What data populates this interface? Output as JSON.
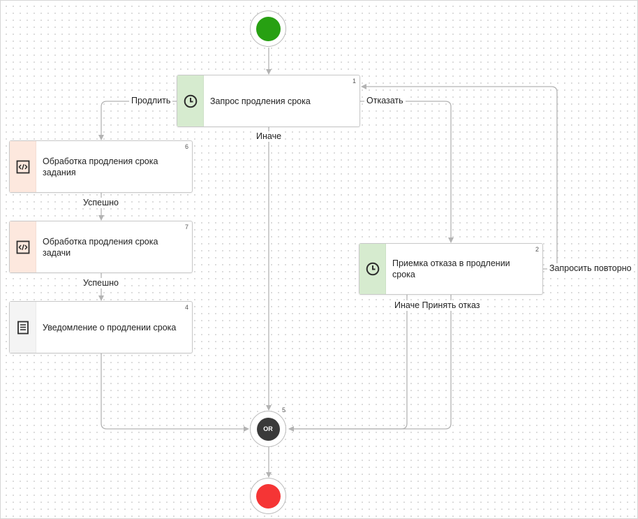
{
  "colors": {
    "start": "#27a012",
    "end": "#f53535",
    "gateway": "#3a3a3a",
    "edge": "#b3b3b3",
    "timer_strip": "#d6ebcf",
    "script_strip": "#fde8de",
    "doc_strip": "#f4f4f4"
  },
  "nodes": {
    "request": {
      "number": "1",
      "label": "Запрос продления срока",
      "icon": "clock-icon"
    },
    "accept_refusal": {
      "number": "2",
      "label": "Приемка отказа в продлении срока",
      "icon": "clock-icon"
    },
    "notify": {
      "number": "4",
      "label": "Уведомление о продлении срока",
      "icon": "document-icon"
    },
    "process_assignment": {
      "number": "6",
      "label": "Обработка продления срока задания",
      "icon": "code-icon"
    },
    "process_task": {
      "number": "7",
      "label": "Обработка продления срока задачи",
      "icon": "code-icon"
    }
  },
  "gateway": {
    "number": "5",
    "label": "OR"
  },
  "edges": {
    "extend": "Продлить",
    "refuse": "Отказать",
    "otherwise": "Иначе",
    "success_1": "Успешно",
    "success_2": "Успешно",
    "otherwise_accept": "Иначе Принять отказ",
    "request_again": "Запросить повторно"
  }
}
